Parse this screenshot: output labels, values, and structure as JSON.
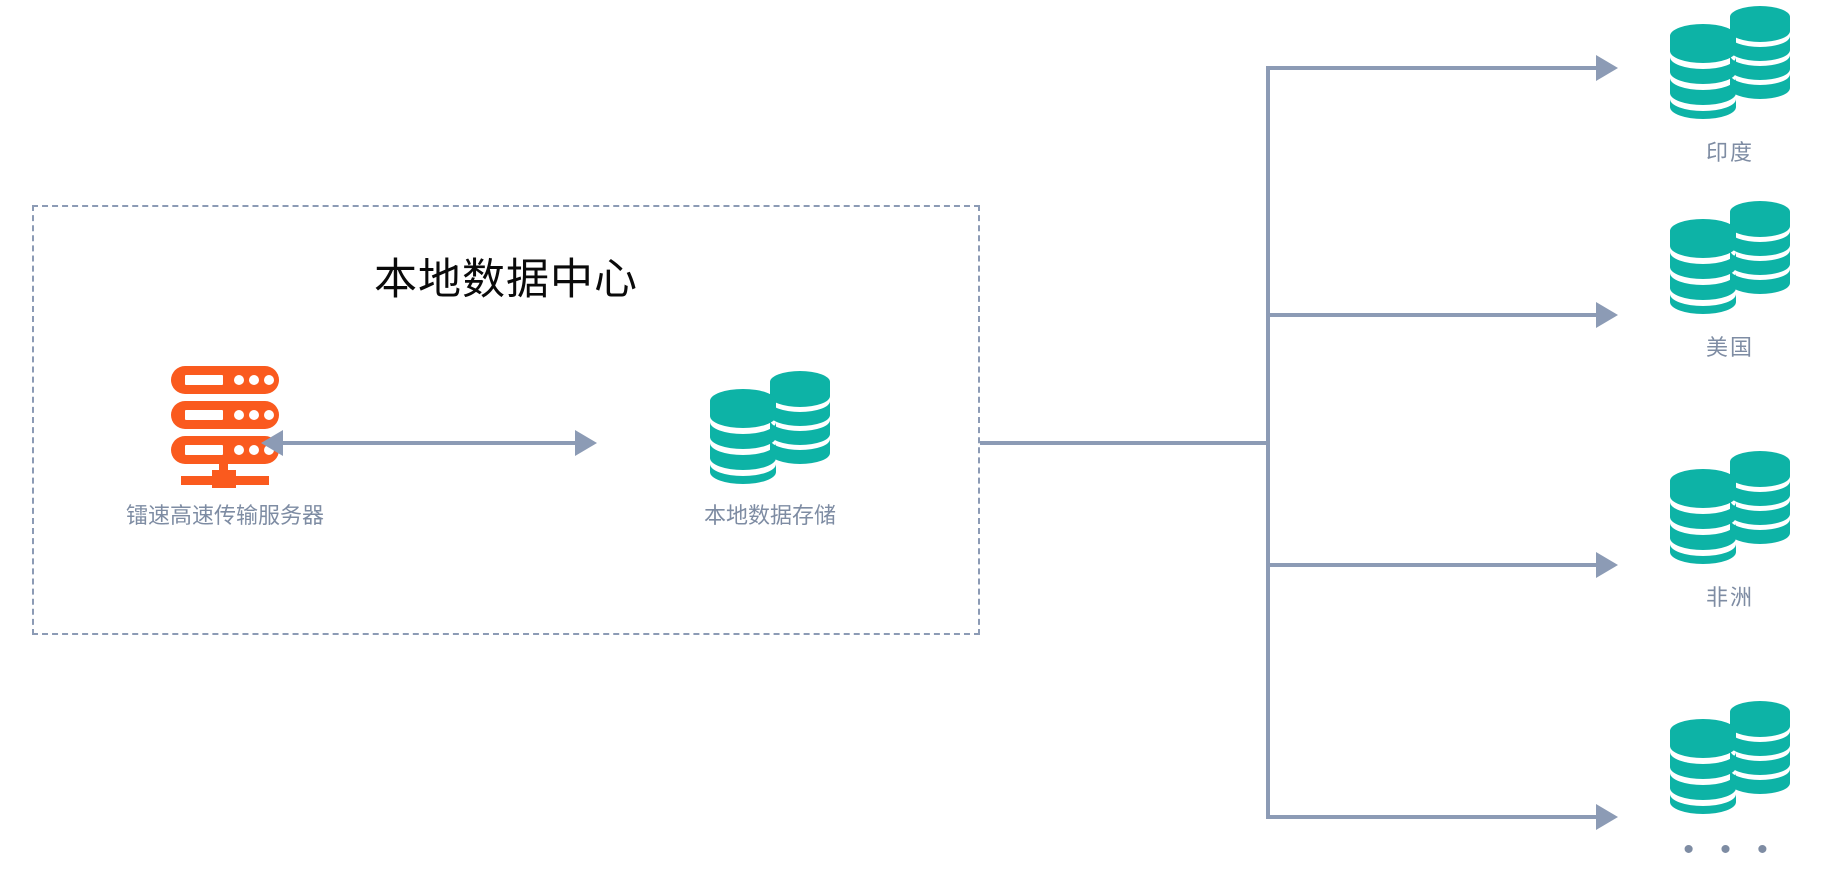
{
  "diagram": {
    "title": "本地数据中心",
    "palette": {
      "server_orange": "#FA5A1E",
      "database_teal": "#0DB3A6",
      "connector_gray": "#8C9BB5",
      "label_gray": "#7E8CA3",
      "title_black": "#0A0A0A",
      "background": "#FFFFFF"
    },
    "local_zone": {
      "border_style": "dashed",
      "title": "本地数据中心",
      "nodes": [
        {
          "id": "raysync-server",
          "icon": "server-rack-icon",
          "label": "镭速高速传输服务器",
          "color": "#FA5A1E"
        },
        {
          "id": "local-storage",
          "icon": "database-stack-icon",
          "label": "本地数据存储",
          "color": "#0DB3A6"
        }
      ],
      "internal_link": {
        "id": "server-storage-link",
        "type": "bidirectional-arrow",
        "color": "#8C9BB5"
      }
    },
    "fanout": {
      "type": "one-to-many-branch",
      "color": "#8C9BB5",
      "branch_count": 4,
      "targets": [
        {
          "id": "region-india",
          "label": "印度",
          "icon": "database-stack-icon",
          "color": "#0DB3A6"
        },
        {
          "id": "region-usa",
          "label": "美国",
          "icon": "database-stack-icon",
          "color": "#0DB3A6"
        },
        {
          "id": "region-africa",
          "label": "非洲",
          "icon": "database-stack-icon",
          "color": "#0DB3A6"
        },
        {
          "id": "region-more",
          "label": "• • •",
          "icon": "database-stack-icon",
          "color": "#0DB3A6"
        }
      ]
    }
  }
}
